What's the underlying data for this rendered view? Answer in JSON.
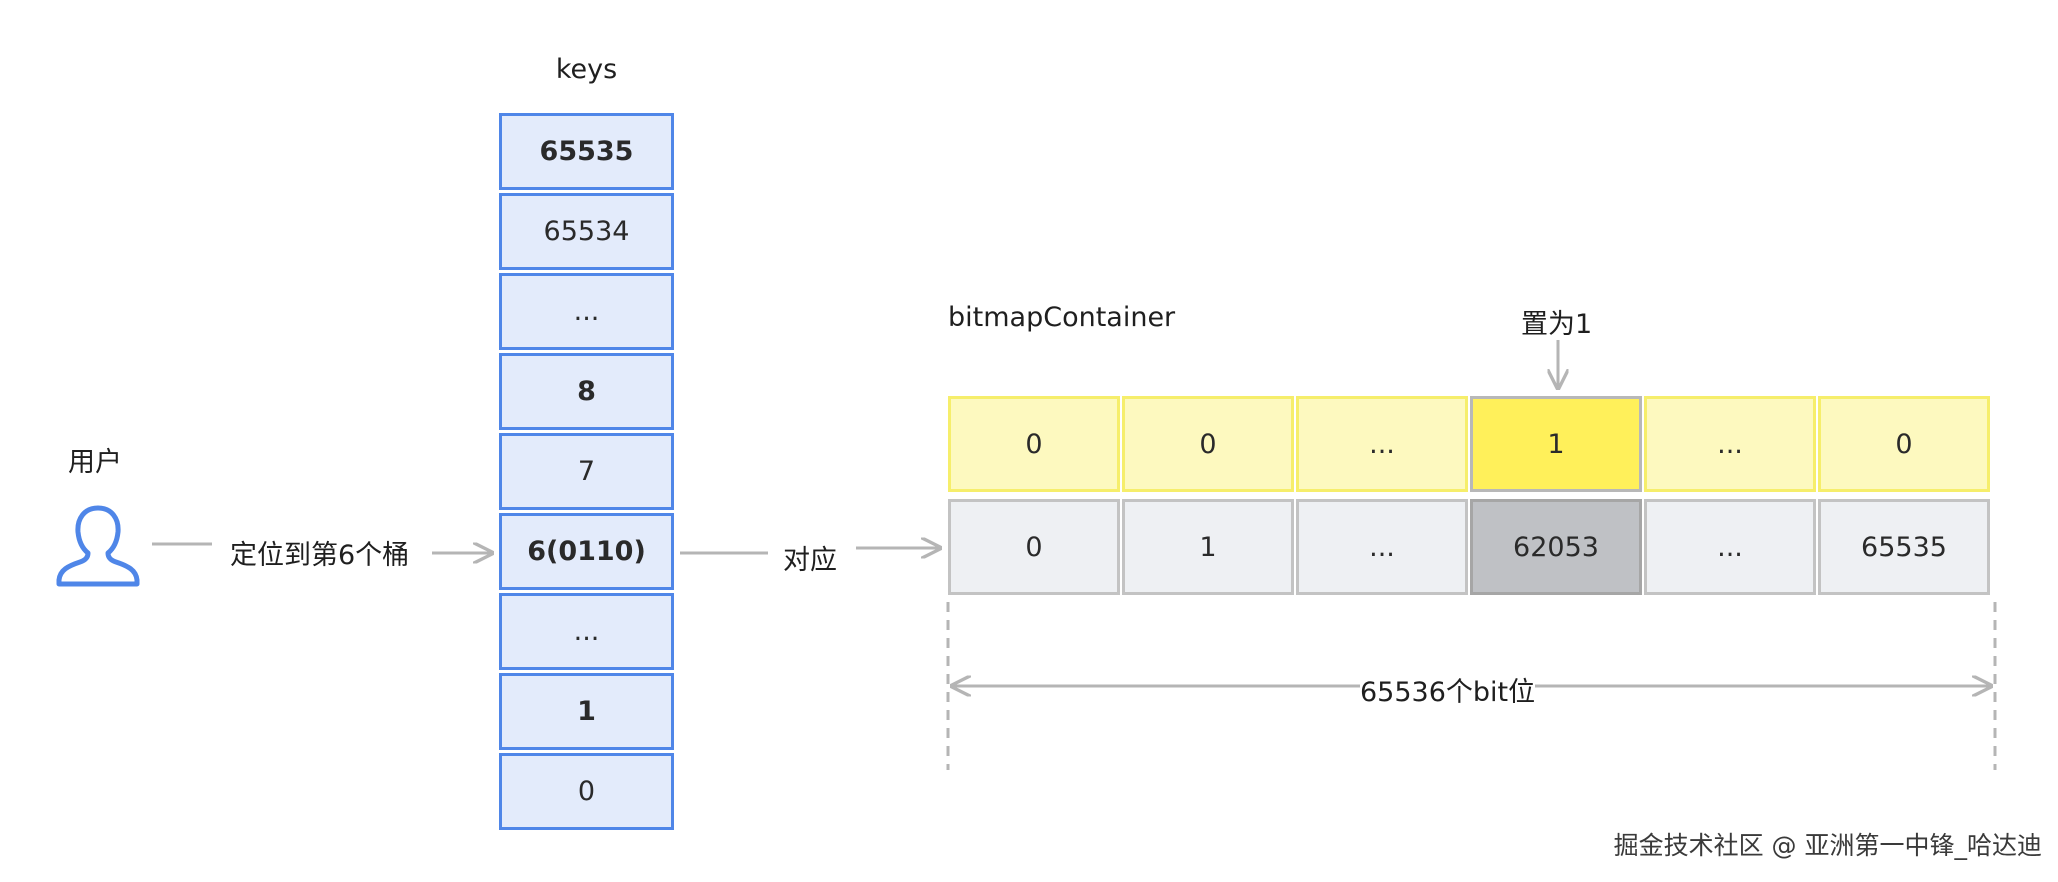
{
  "keys_title": "keys",
  "keys": [
    {
      "label": "65535",
      "bold": true
    },
    {
      "label": "65534",
      "bold": false
    },
    {
      "label": "...",
      "bold": false
    },
    {
      "label": "8",
      "bold": true
    },
    {
      "label": "7",
      "bold": false
    },
    {
      "label": "6(0110)",
      "bold": true
    },
    {
      "label": "...",
      "bold": false
    },
    {
      "label": "1",
      "bold": true
    },
    {
      "label": "0",
      "bold": false
    }
  ],
  "user_label": "用户",
  "locate_label": "定位到第6个桶",
  "correspond_label": "对应",
  "bitmap_title": "bitmapContainer",
  "set_label": "置为1",
  "bit_values": [
    "0",
    "0",
    "...",
    "1",
    "...",
    "0"
  ],
  "bit_indices": [
    "0",
    "1",
    "...",
    "62053",
    "...",
    "65535"
  ],
  "highlight_index": 3,
  "span_label": "65536个bit位",
  "watermark": "掘金技术社区 @ 亚洲第一中锋_哈达迪",
  "colors": {
    "key_border": "#4f86e8",
    "key_fill": "#e3ebfb",
    "bit_yellow": "#fdf9bf",
    "bit_highlight": "#fff05a",
    "bit_gray": "#eef0f3",
    "arrow": "#b5b5b5"
  },
  "icons": {
    "user": "user-outline-icon"
  }
}
